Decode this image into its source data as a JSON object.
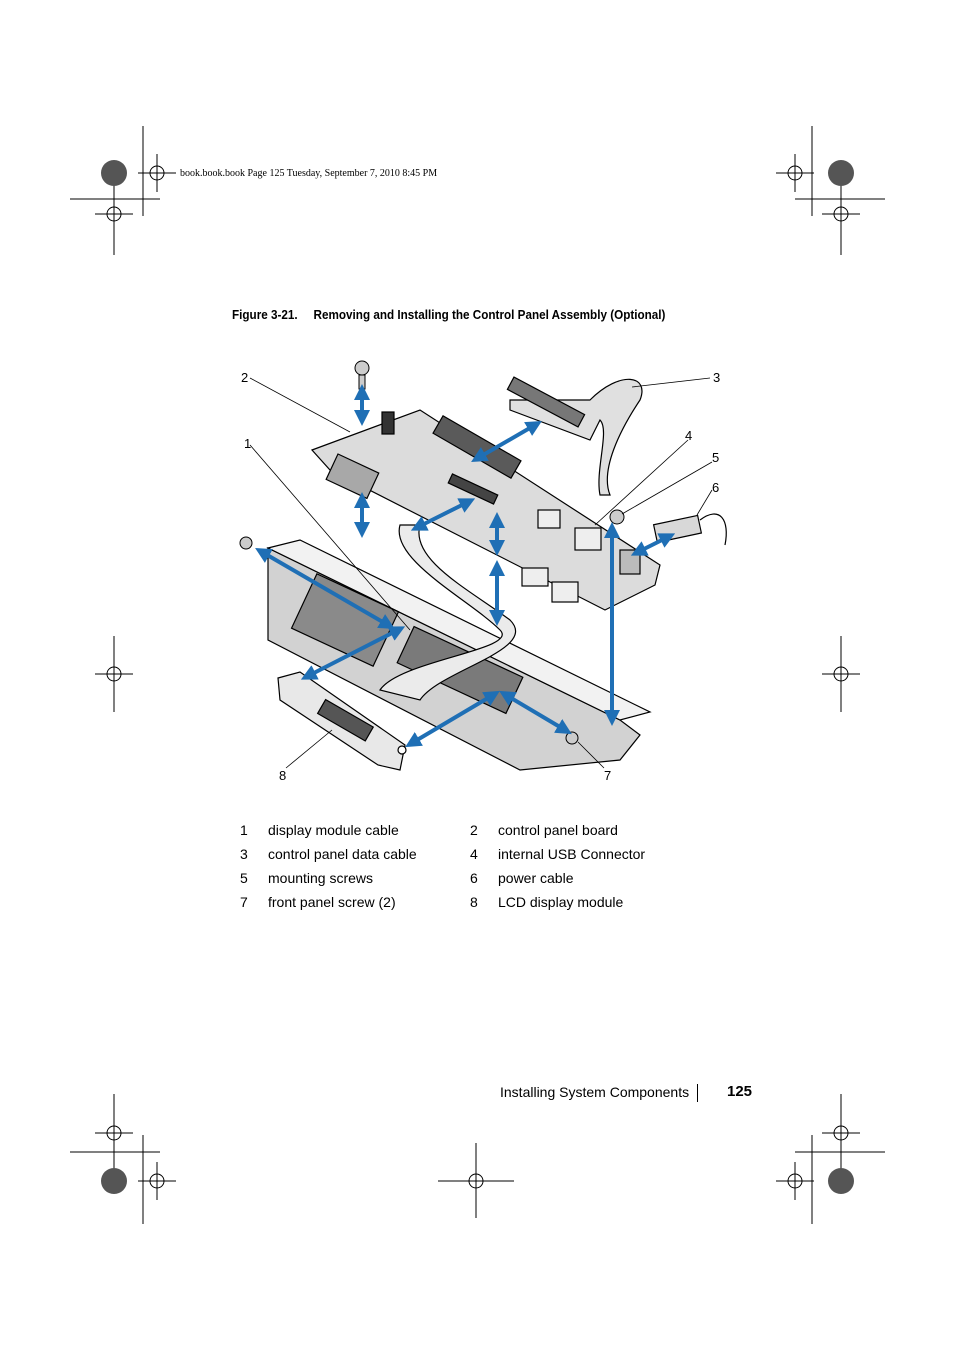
{
  "header": {
    "print_info": "book.book.book  Page 125  Tuesday, September 7, 2010  8:45 PM"
  },
  "figure": {
    "number": "Figure 3-21.",
    "title": "Removing and Installing the Control Panel Assembly (Optional)",
    "callouts": [
      "1",
      "2",
      "3",
      "4",
      "5",
      "6",
      "7",
      "8"
    ]
  },
  "legend": [
    {
      "num": "1",
      "label": "display module cable"
    },
    {
      "num": "2",
      "label": "control panel board"
    },
    {
      "num": "3",
      "label": "control panel data cable"
    },
    {
      "num": "4",
      "label": "internal USB Connector"
    },
    {
      "num": "5",
      "label": "mounting screws"
    },
    {
      "num": "6",
      "label": "power cable"
    },
    {
      "num": "7",
      "label": "front panel screw (2)"
    },
    {
      "num": "8",
      "label": "LCD display module"
    }
  ],
  "footer": {
    "section": "Installing System Components",
    "page_number": "125"
  },
  "colors": {
    "arrow": "#1f6fb5",
    "board": "#dcdcdc",
    "outline": "#000000"
  }
}
